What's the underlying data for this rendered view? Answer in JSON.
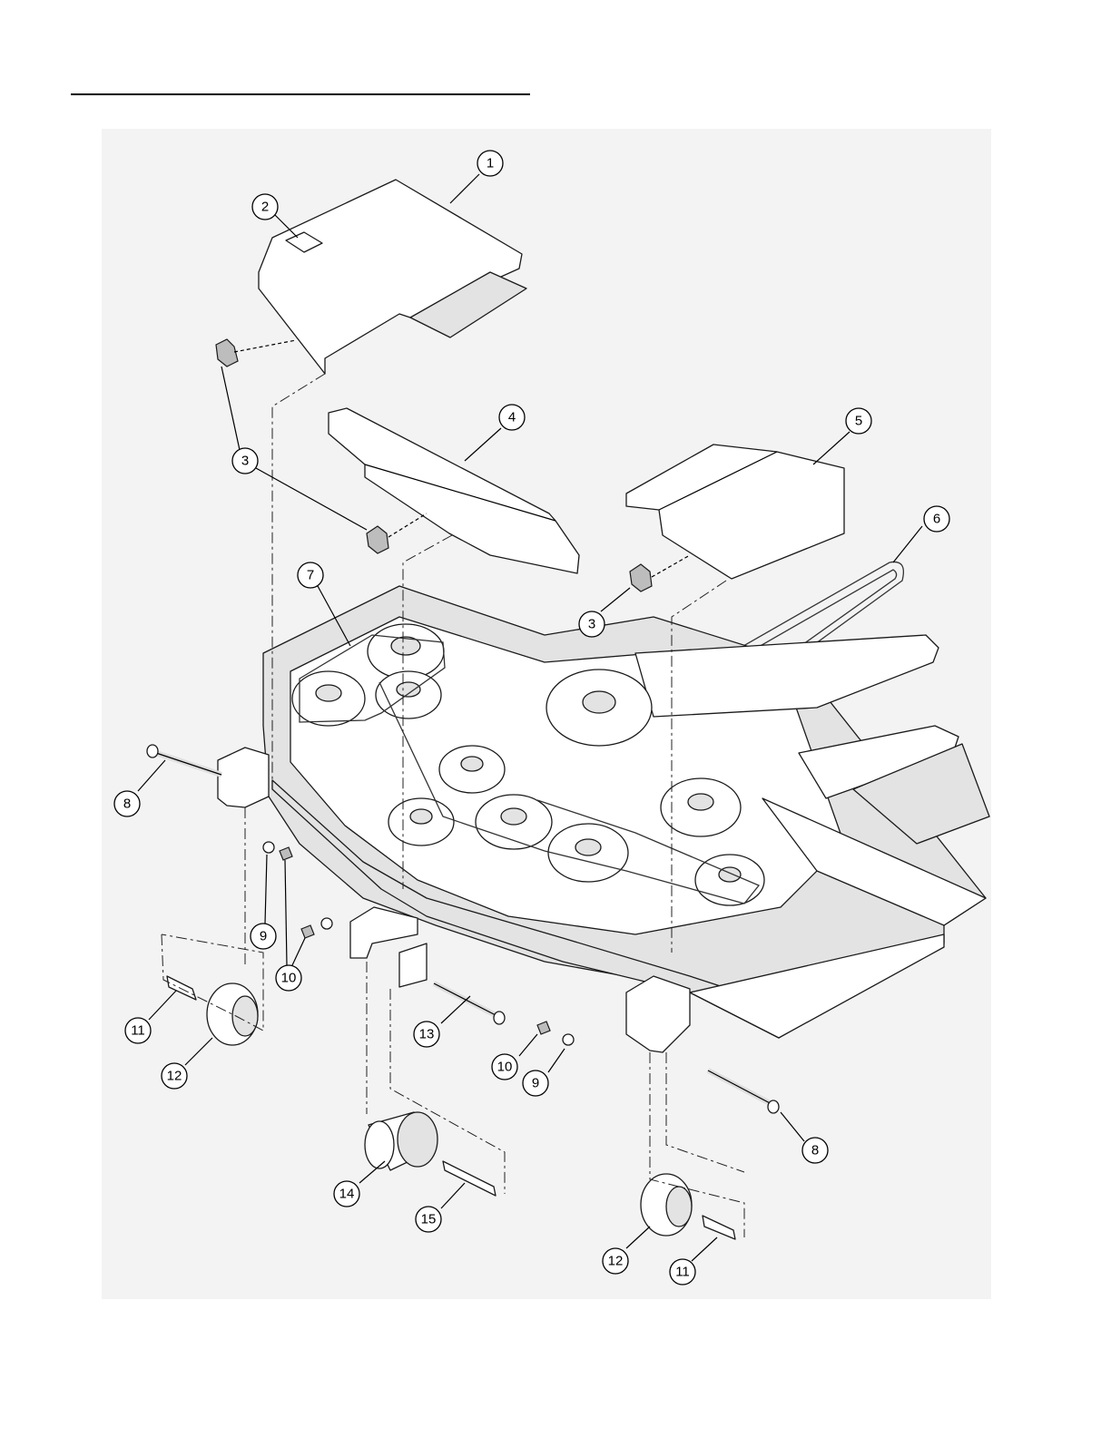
{
  "callouts": [
    {
      "id": "c1",
      "label": "1"
    },
    {
      "id": "c2",
      "label": "2"
    },
    {
      "id": "c3a",
      "label": "3"
    },
    {
      "id": "c4",
      "label": "4"
    },
    {
      "id": "c5",
      "label": "5"
    },
    {
      "id": "c6",
      "label": "6"
    },
    {
      "id": "c3b",
      "label": "3"
    },
    {
      "id": "c7",
      "label": "7"
    },
    {
      "id": "c8a",
      "label": "8"
    },
    {
      "id": "c9a",
      "label": "9"
    },
    {
      "id": "c10a",
      "label": "10"
    },
    {
      "id": "c11a",
      "label": "11"
    },
    {
      "id": "c12a",
      "label": "12"
    },
    {
      "id": "c13",
      "label": "13"
    },
    {
      "id": "c10b",
      "label": "10"
    },
    {
      "id": "c9b",
      "label": "9"
    },
    {
      "id": "c8b",
      "label": "8"
    },
    {
      "id": "c14",
      "label": "14"
    },
    {
      "id": "c15",
      "label": "15"
    },
    {
      "id": "c12b",
      "label": "12"
    },
    {
      "id": "c11b",
      "label": "11"
    }
  ],
  "colors": {
    "line": "#1a1a1a",
    "background": "#f3f3f3",
    "part_fill": "#ffffff",
    "shade": "#e3e3e3"
  }
}
